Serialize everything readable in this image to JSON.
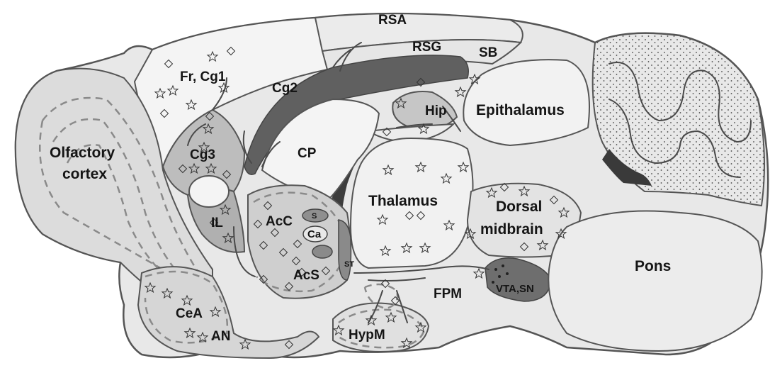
{
  "labels": {
    "rsa": "RSA",
    "rsg": "RSG",
    "sb": "SB",
    "fr_cg1": "Fr, Cg1",
    "cg2": "Cg2",
    "hip": "Hip",
    "epithalamus": "Epithalamus",
    "olfactory_1": "Olfactory",
    "olfactory_2": "cortex",
    "cg3": "Cg3",
    "cp": "CP",
    "il": "IL",
    "acc": "AcC",
    "s": "S",
    "ca": "Ca",
    "acs": "AcS",
    "st": "ST",
    "thalamus": "Thalamus",
    "dorsal": "Dorsal",
    "midbrain": "midbrain",
    "pons": "Pons",
    "fpm": "FPM",
    "vta_sn": "VTA,SN",
    "cea": "CeA",
    "an": "AN",
    "hypm": "HypM"
  },
  "colors": {
    "region_fill": "#e6e6e6",
    "light_fill": "#f3f3f3",
    "dark_fill": "#555555",
    "medium_fill": "#b5b5b5",
    "outline": "#555555"
  },
  "markers": {
    "star": "star-icon",
    "diamond": "diamond-icon"
  }
}
